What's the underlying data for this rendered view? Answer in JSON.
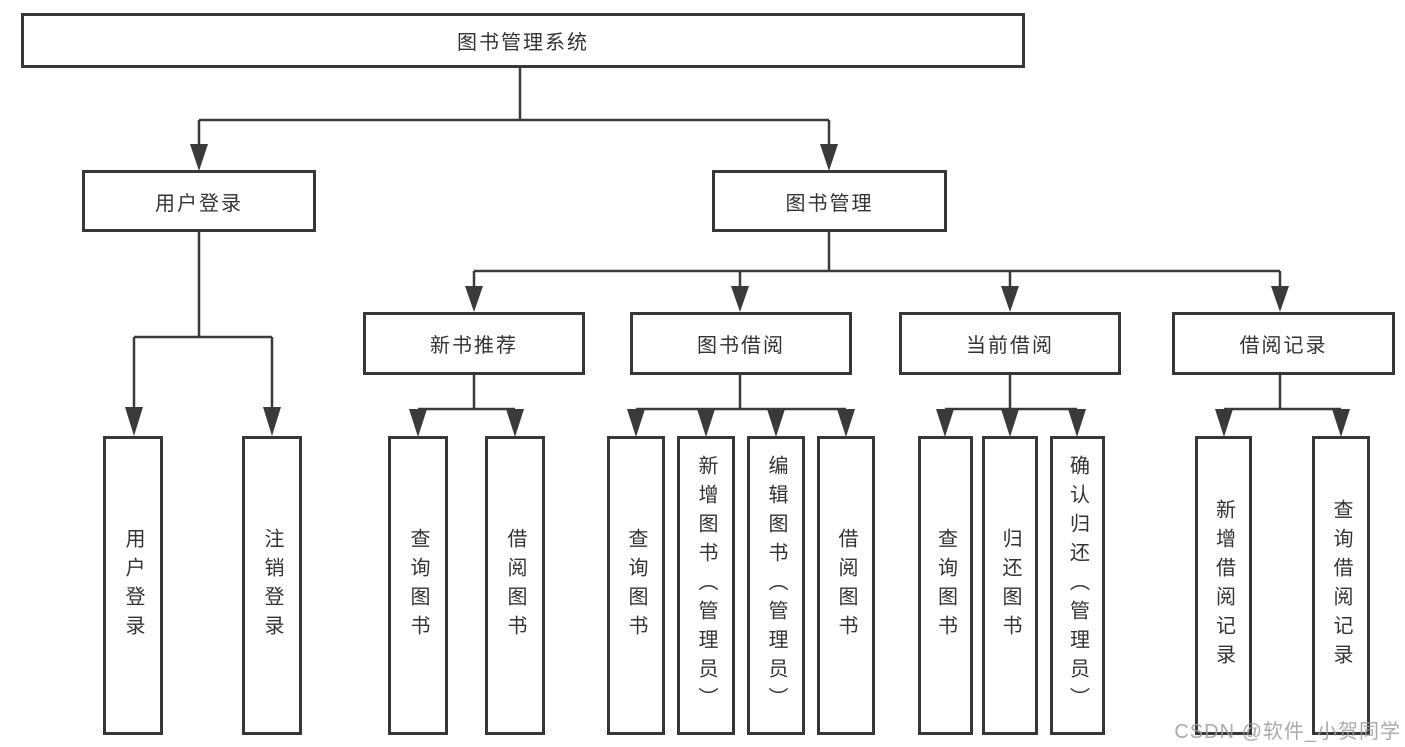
{
  "tree": {
    "label": "图书管理系统",
    "children": [
      {
        "label": "用户登录",
        "children": [
          {
            "label": "用户登录"
          },
          {
            "label": "注销登录"
          }
        ]
      },
      {
        "label": "图书管理",
        "children": [
          {
            "label": "新书推荐",
            "children": [
              {
                "label": "查询图书"
              },
              {
                "label": "借阅图书"
              }
            ]
          },
          {
            "label": "图书借阅",
            "children": [
              {
                "label": "查询图书"
              },
              {
                "label": "新增图书（管理员）"
              },
              {
                "label": "编辑图书（管理员）"
              },
              {
                "label": "借阅图书"
              }
            ]
          },
          {
            "label": "当前借阅",
            "children": [
              {
                "label": "查询图书"
              },
              {
                "label": "归还图书"
              },
              {
                "label": "确认归还（管理员）"
              }
            ]
          },
          {
            "label": "借阅记录",
            "children": [
              {
                "label": "新增借阅记录"
              },
              {
                "label": "查询借阅记录"
              }
            ]
          }
        ]
      }
    ]
  },
  "watermark": {
    "text": "CSDN @软件_小贺同学"
  },
  "colors": {
    "line": "#3a3a3a",
    "border": "#373737",
    "text": "#333333",
    "background": "#ffffff",
    "watermark": "#9e9e9e"
  }
}
